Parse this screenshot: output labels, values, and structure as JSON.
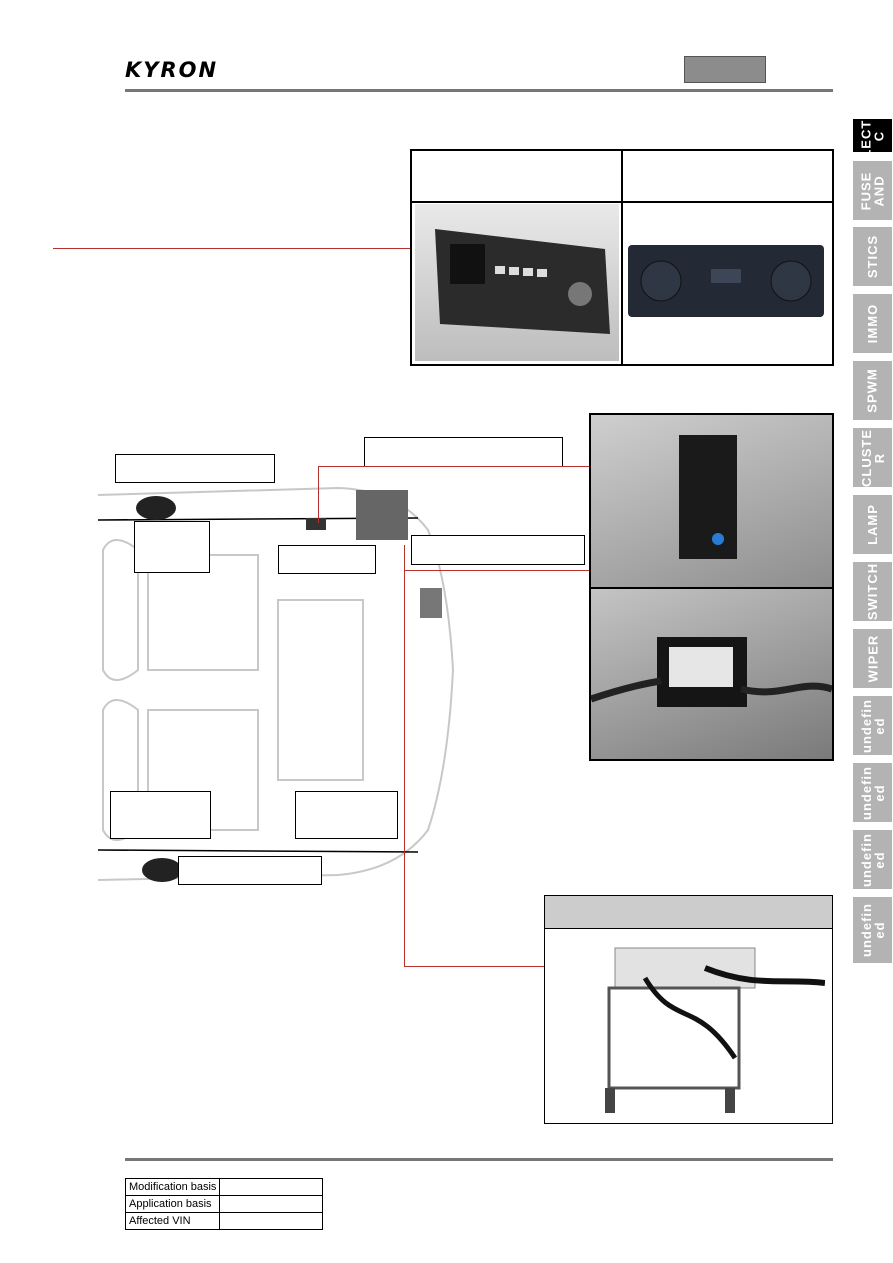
{
  "header": {
    "logo": "KYRON"
  },
  "side_tabs": [
    {
      "label": "ELECTRI\nC",
      "active": true
    },
    {
      "label": "FUSE\nAND",
      "active": false
    },
    {
      "label": "STICS",
      "active": false
    },
    {
      "label": "IMMO",
      "active": false
    },
    {
      "label": "SPWM",
      "active": false
    },
    {
      "label": "CLUSTE\nR",
      "active": false
    },
    {
      "label": "LAMP",
      "active": false
    },
    {
      "label": "SWITCH",
      "active": false
    },
    {
      "label": "WIPER",
      "active": false
    },
    {
      "label": "undefin\ned",
      "active": false
    },
    {
      "label": "undefin\ned",
      "active": false
    },
    {
      "label": "undefin\ned",
      "active": false
    },
    {
      "label": "undefin\ned",
      "active": false
    }
  ],
  "footer_table": {
    "rows": [
      {
        "label": "Modification basis",
        "value": ""
      },
      {
        "label": "Application basis",
        "value": ""
      },
      {
        "label": "Affected VIN",
        "value": ""
      }
    ]
  },
  "colors": {
    "accent_line": "#b7322c",
    "tab_active": "#000000",
    "tab_inactive": "#b3b3b3"
  },
  "icons": [
    "radio-unit-photo",
    "cd-changer-photo",
    "antenna-module-photo",
    "antenna-module-wiring-photo",
    "head-unit-rear-photo",
    "vehicle-layout-diagram"
  ]
}
